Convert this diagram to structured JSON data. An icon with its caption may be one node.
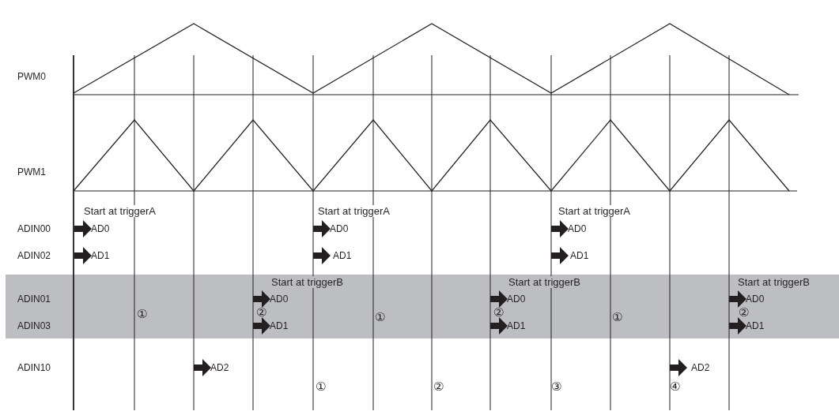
{
  "diagram": {
    "labels": [
      "PWM0",
      "PWM1",
      "Start at triggerA",
      "Start at triggerA",
      "Start at triggerA",
      "ADIN00",
      "AD0",
      "AD0",
      "AD0",
      "ADIN02",
      "AD1",
      "AD1",
      "AD1",
      "Start at triggerB",
      "Start at triggerB",
      "Start at triggerB",
      "ADIN01",
      "AD0",
      "AD0",
      "AD0",
      "①",
      "②",
      "①",
      "②",
      "①",
      "②",
      "ADIN03",
      "AD1",
      "AD1",
      "AD1",
      "ADIN10",
      "AD2",
      "AD2",
      "①",
      "②",
      "③",
      "④"
    ]
  }
}
